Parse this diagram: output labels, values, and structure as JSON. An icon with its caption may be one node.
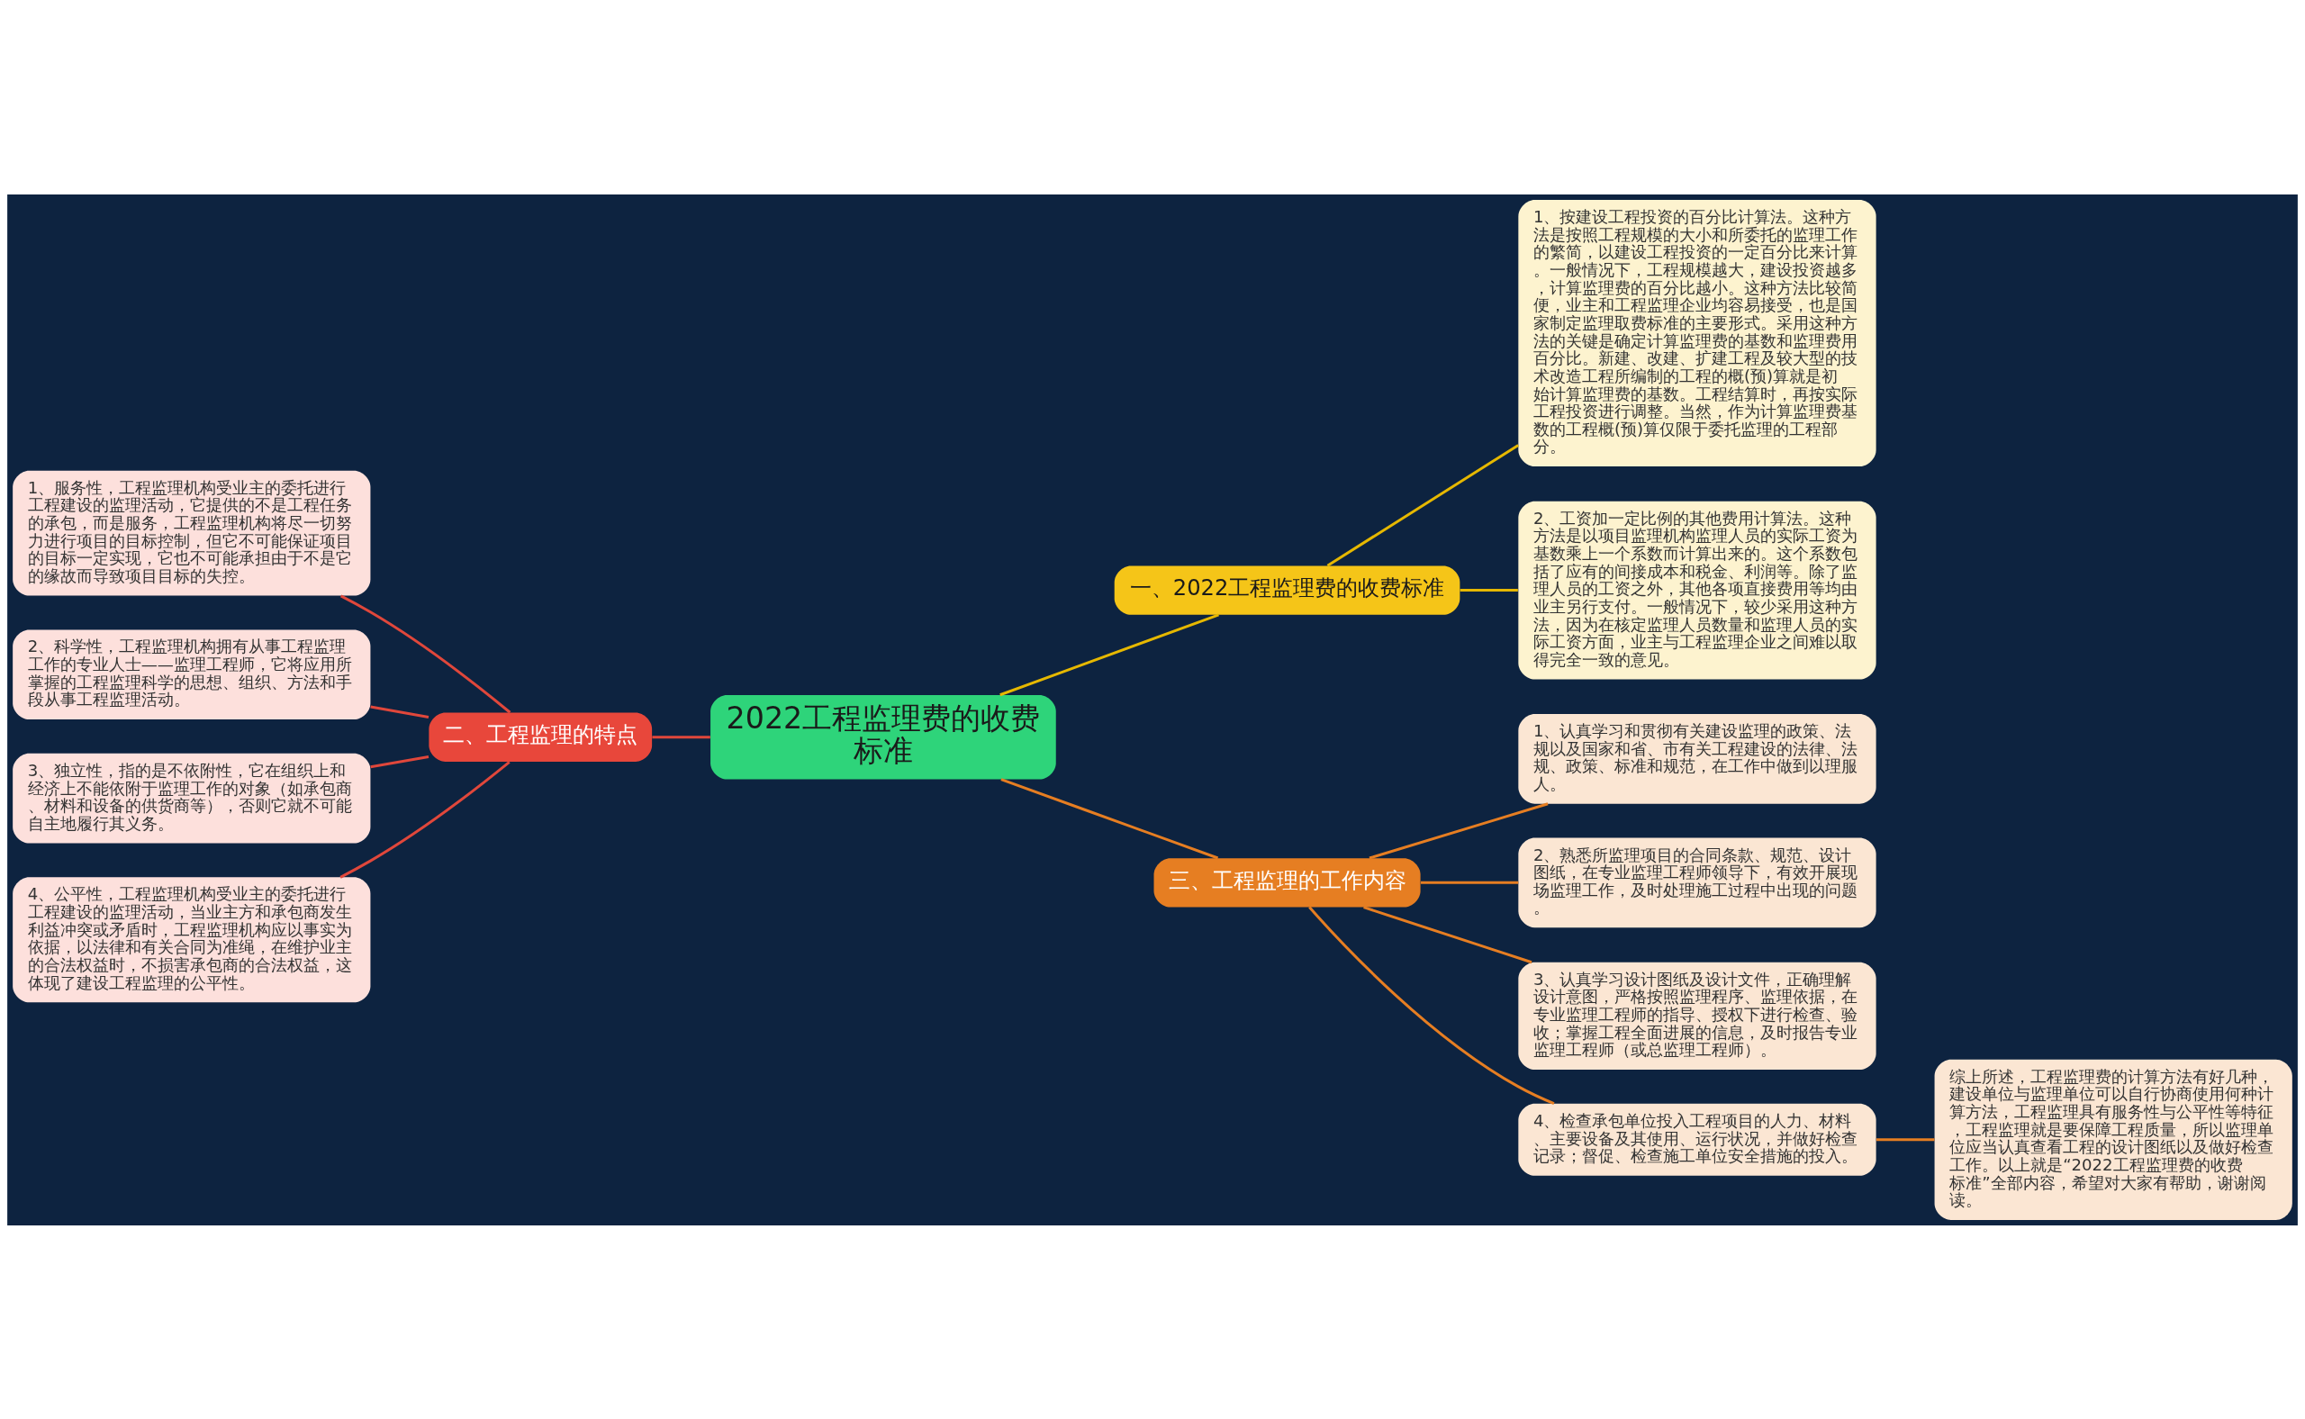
{
  "diagram": {
    "nodes": [
      {
        "text": [
          "2022工程监理费的收费标准"
        ]
      },
      {
        "text": [
          "一、2022工程监理费的收费标准"
        ]
      },
      {
        "text": [
          "1、按建设工程投资的百分比计算法。这种方法是按照工程规模的大小和所委托的监理工作的繁简，以建设工程投资的一定百分比来计算。一般情况下，工程规模越大，建设投资越多，计算监理费的百分比越小。这种方法比较简便，业主和工程监理企业均容易接受，也是国家制定监理取费标准的主要形式。采用这种方法的关键是确定计算监理费的基数和监理费用百分比。新建、改建、扩建工程及较大型的技术改造工程所编制的工程的概(预)算就是初始计算监理费的基数。工程结算时，再按实际工程投资进行调整。当然，作为计算监理费基数的工程概(预)算仅限于委托监理的工程部分。"
        ]
      },
      {
        "text": [
          "2、工资加一定比例的其他费用计算法。这种方法是以项目监理机构监理人员的实际工资为基数乘上一个系数而计算出来的。这个系数包括了应有的间接成本和税金、利润等。除了监理人员的工资之外，其他各项直接费用等均由业主另行支付。一般情况下，较少采用这种方法，因为在核定监理人员数量和监理人员的实际工资方面，业主与工程监理企业之间难以取得完全一致的意见。"
        ]
      },
      {
        "text": [
          "二、工程监理的特点"
        ]
      },
      {
        "text": [
          "1、服务性，工程监理机构受业主的委托进行工程建设的监理活动，它提供的不是工程任务的承包，而是服务，工程监理机构将尽一切努力进行项目的目标控制，但它不可能保证项目的目标一定实现，它也不可能承担由于不是它的缘故而导致项目目标的失控。"
        ]
      },
      {
        "text": [
          "2、科学性，工程监理机构拥有从事工程监理工作的专业人士——监理工程师，它将应用所掌握的工程监理科学的思想、组织、方法和手段从事工程监理活动。"
        ]
      },
      {
        "text": [
          "3、独立性，指的是不依附性，它在组织上和经济上不能依附于监理工作的对象（如承包商、材料和设备的供货商等），否则它就不可能自主地履行其义务。"
        ]
      },
      {
        "text": [
          "4、公平性，工程监理机构受业主的委托进行工程建设的监理活动，当业主方和承包商发生利益冲突或矛盾时，工程监理机构应以事实为依据，以法律和有关合同为准绳，在维护业主的合法权益时，不损害承包商的合法权益，这体现了建设工程监理的公平性。"
        ]
      },
      {
        "text": [
          "三、工程监理的工作内容"
        ]
      },
      {
        "text": [
          "1、认真学习和贯彻有关建设监理的政策、法规以及国家和省、市有关工程建设的法律、法规、政策、标准和规范，在工作中做到以理服人。"
        ]
      },
      {
        "text": [
          "2、熟悉所监理项目的合同条款、规范、设计图纸，在专业监理工程师领导下，有效开展现场监理工作，及时处理施工过程中出现的问题。"
        ]
      },
      {
        "text": [
          "3、认真学习设计图纸及设计文件，正确理解设计意图，严格按照监理程序、监理依据，在专业监理工程师的指导、授权下进行检查、验收；掌握工程全面进展的信息，及时报告专业监理工程师（或总监理工程师）。"
        ]
      },
      {
        "text": [
          "4、检查承包单位投入工程项目的人力、材料、主要设备及其使用、运行状况，并做好检查记录；督促、检查施工单位安全措施的投入。"
        ]
      },
      {
        "text": [
          "综上所述，工程监理费的计算方法有好几种，建设单位与监理单位可以自行协商使用何种计算方法，工程监理具有服务性与公平性等特征，工程监理就是要保障工程质量，所以监理单位应当认真查看工程的设计图纸以及做好检查工作。以上就是“2022工程监理费的收费标准”全部内容，希望对大家有帮助，谢谢阅读。"
        ]
      }
    ],
    "edges": [
      {
        "from": 0,
        "to": 1,
        "arrow": "none",
        "color": "#e6b800"
      },
      {
        "from": 1,
        "to": 2,
        "arrow": "none",
        "color": "#e6b800"
      },
      {
        "from": 1,
        "to": 3,
        "arrow": "none",
        "color": "#e6b800"
      },
      {
        "from": 0,
        "to": 4,
        "arrow": "none",
        "color": "#e0473b"
      },
      {
        "from": 4,
        "to": 5,
        "arrow": "none",
        "color": "#e0473b"
      },
      {
        "from": 4,
        "to": 6,
        "arrow": "none",
        "color": "#e0473b"
      },
      {
        "from": 4,
        "to": 7,
        "arrow": "none",
        "color": "#e0473b"
      },
      {
        "from": 4,
        "to": 8,
        "arrow": "none",
        "color": "#e0473b"
      },
      {
        "from": 0,
        "to": 9,
        "arrow": "none"
      },
      {
        "from": 9,
        "to": 10,
        "arrow": "none"
      },
      {
        "from": 9,
        "to": 11,
        "arrow": "none"
      },
      {
        "from": 9,
        "to": 12,
        "arrow": "none"
      },
      {
        "from": 9,
        "to": 13,
        "arrow": "none"
      },
      {
        "from": 13,
        "to": 14,
        "arrow": "none"
      }
    ]
  }
}
